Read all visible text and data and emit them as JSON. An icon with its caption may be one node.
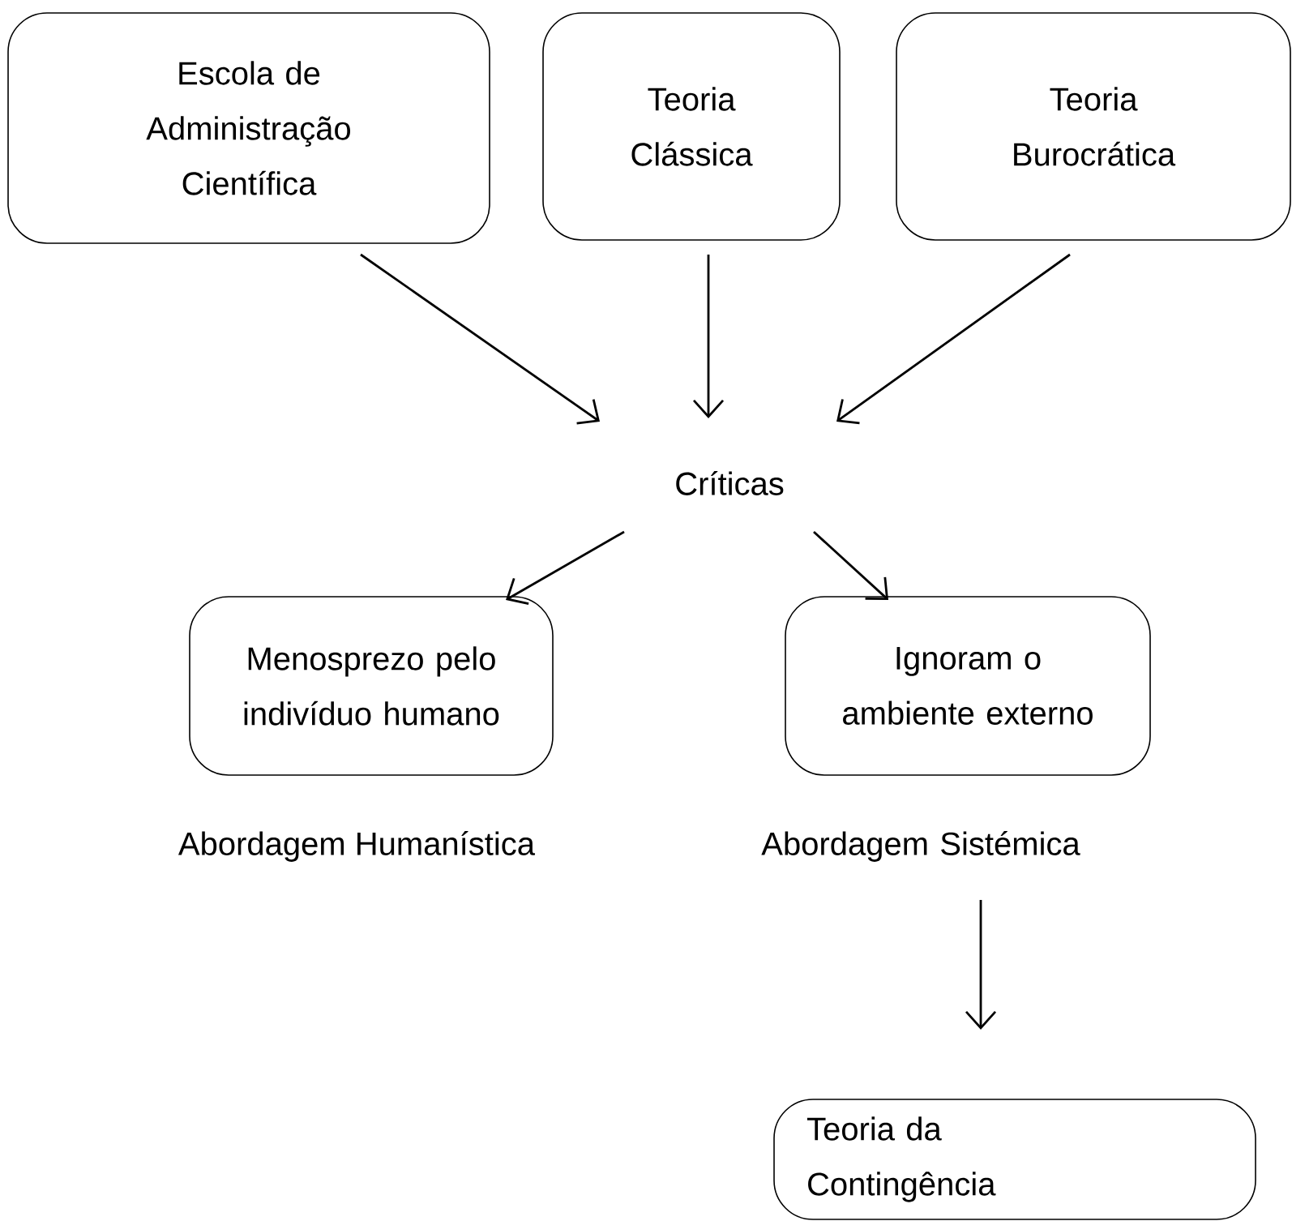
{
  "diagram": {
    "nodes": [
      {
        "text": [
          "Escola de Administração Científica"
        ]
      },
      {
        "text": [
          "Teoria Clássica"
        ]
      },
      {
        "text": [
          "Teoria Burocrática"
        ]
      },
      {
        "text": [
          "Críticas"
        ]
      },
      {
        "text": [
          "Menosprezo pelo indivíduo humano"
        ]
      },
      {
        "text": [
          "Ignoram o ambiente externo"
        ]
      },
      {
        "text": [
          "Abordagem Sistémica"
        ]
      },
      {
        "text": [
          "Teoria da Contingência"
        ]
      }
    ],
    "edges": [
      {
        "from": 0,
        "to": 3,
        "arrow": "to"
      },
      {
        "from": 1,
        "to": 3,
        "arrow": "to"
      },
      {
        "from": 2,
        "to": 3,
        "arrow": "to"
      },
      {
        "from": 3,
        "to": 4,
        "arrow": "to"
      },
      {
        "from": 3,
        "to": 5,
        "arrow": "to"
      },
      {
        "from": 6,
        "to": 7,
        "arrow": "to"
      }
    ],
    "labels": [
      "Abordagem Humanística"
    ]
  }
}
